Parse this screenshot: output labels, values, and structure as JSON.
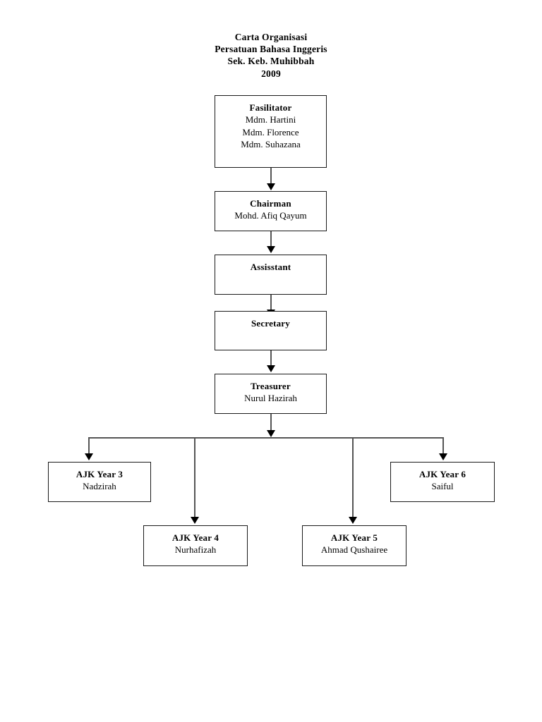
{
  "document": {
    "title_lines": [
      "Carta Organisasi",
      "Persatuan Bahasa Inggeris",
      "Sek. Keb. Muhibbah",
      "2009"
    ]
  },
  "chart_data": {
    "type": "diagram",
    "diagram_kind": "organization-chart",
    "title": "Carta Organisasi Persatuan Bahasa Inggeris Sek. Keb. Muhibbah 2009",
    "orientation": "top-down",
    "nodes": [
      {
        "id": "fasilitator",
        "role": "Fasilitator",
        "people": [
          "Mdm. Hartini",
          "Mdm. Florence",
          "Mdm. Suhazana"
        ],
        "level": 0
      },
      {
        "id": "chairman",
        "role": "Chairman",
        "people": [
          "Mohd. Afiq Qayum"
        ],
        "level": 1
      },
      {
        "id": "assisstant",
        "role": "Assisstant",
        "people": [],
        "level": 2
      },
      {
        "id": "secretary",
        "role": "Secretary",
        "people": [],
        "level": 3
      },
      {
        "id": "treasurer",
        "role": "Treasurer",
        "people": [
          "Nurul Hazirah"
        ],
        "level": 4
      },
      {
        "id": "ajk-year-3",
        "role": "AJK Year 3",
        "people": [
          "Nadzirah"
        ],
        "level": 5
      },
      {
        "id": "ajk-year-4",
        "role": "AJK Year 4",
        "people": [
          "Nurhafizah"
        ],
        "level": 5
      },
      {
        "id": "ajk-year-5",
        "role": "AJK Year 5",
        "people": [
          "Ahmad Qushairee"
        ],
        "level": 5
      },
      {
        "id": "ajk-year-6",
        "role": "AJK Year 6",
        "people": [
          "Saiful"
        ],
        "level": 5
      }
    ],
    "edges": [
      {
        "from": "fasilitator",
        "to": "chairman",
        "style": "arrow"
      },
      {
        "from": "chairman",
        "to": "assisstant",
        "style": "arrow"
      },
      {
        "from": "assisstant",
        "to": "secretary",
        "style": "arrow"
      },
      {
        "from": "secretary",
        "to": "treasurer",
        "style": "arrow"
      },
      {
        "from": "treasurer",
        "to": "ajk-year-3",
        "style": "arrow"
      },
      {
        "from": "treasurer",
        "to": "ajk-year-4",
        "style": "arrow"
      },
      {
        "from": "treasurer",
        "to": "ajk-year-5",
        "style": "arrow"
      },
      {
        "from": "treasurer",
        "to": "ajk-year-6",
        "style": "arrow"
      }
    ],
    "colors": {
      "background": "#ffffff",
      "box_border": "#1a1a1a",
      "connector": "#555555",
      "arrowhead": "#000000",
      "text": "#000000"
    }
  }
}
